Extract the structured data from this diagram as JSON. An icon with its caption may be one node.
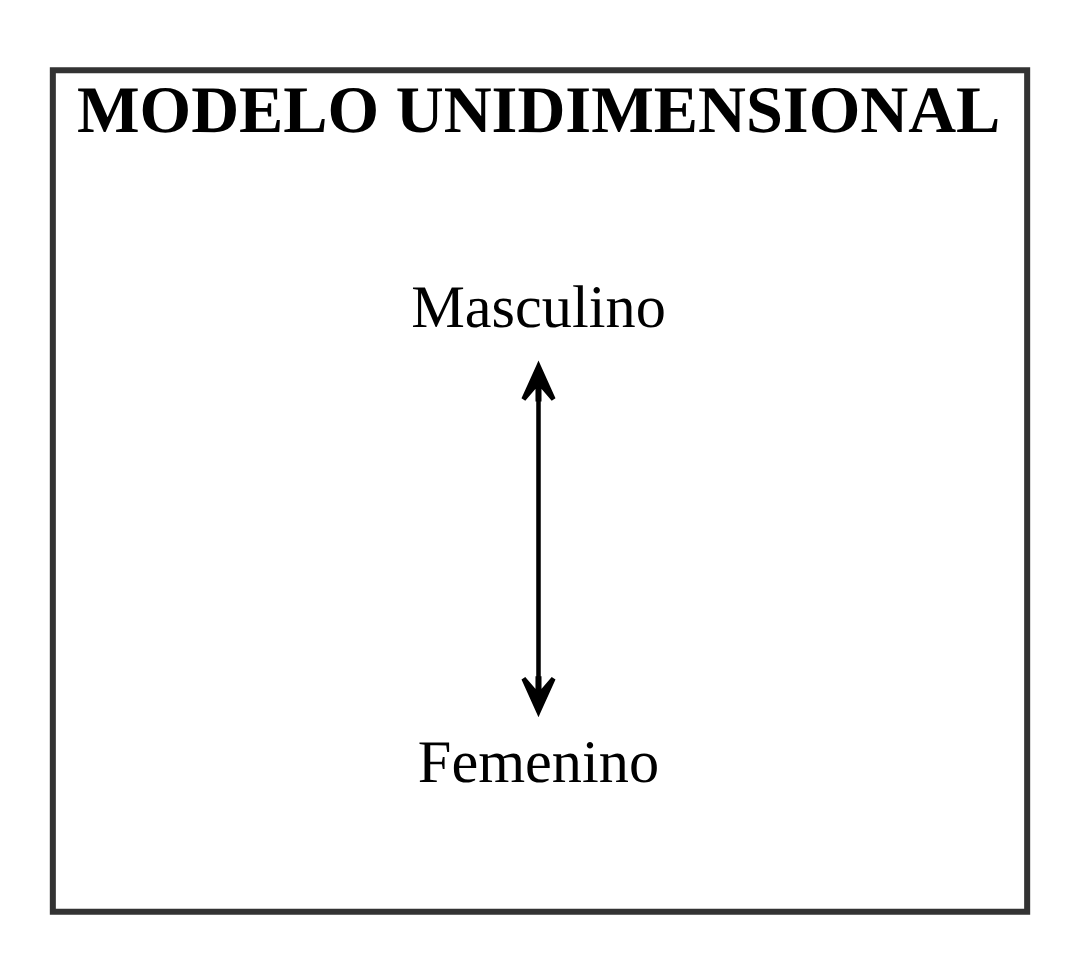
{
  "diagram": {
    "nodes": [
      {
        "text": [
          "MODELO UNIDIMENSIONAL"
        ]
      },
      {
        "text": [
          "Masculino"
        ],
        "in": 0
      },
      {
        "text": [
          "Femenino"
        ],
        "in": 0
      }
    ],
    "edges": [
      {
        "from": 1,
        "to": 2,
        "arrow": "both"
      }
    ]
  }
}
